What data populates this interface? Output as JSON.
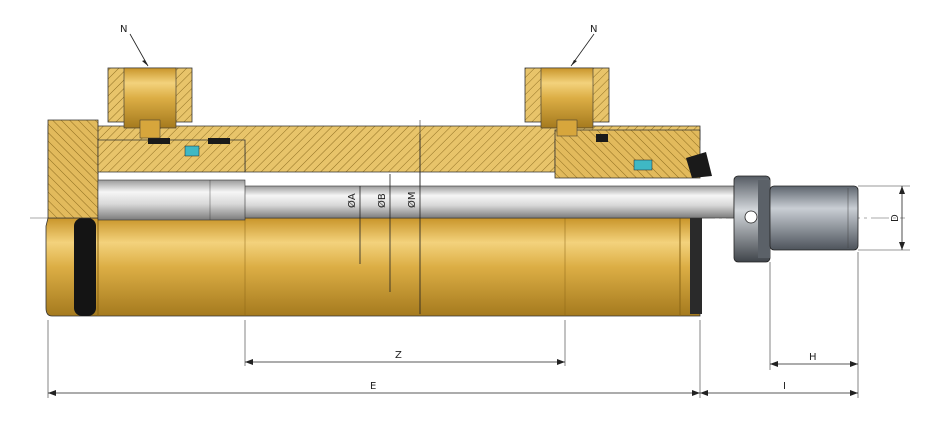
{
  "labels": {
    "port_left": "N",
    "port_right": "N",
    "dia_a": "ØA",
    "dia_b": "ØB",
    "dia_m": "ØM",
    "dim_z": "Z",
    "dim_e": "E",
    "dim_h": "H",
    "dim_i": "I",
    "dim_d": "D"
  },
  "colors": {
    "body_brass": "#d9a93a",
    "body_highlight": "#f3d27c",
    "body_shadow": "#a57a1e",
    "section_fill": "#e8c46a",
    "hatch": "#7a5a10",
    "rod_light": "#f4f4f4",
    "rod_dark": "#8c8c8c",
    "seal_black": "#1a1a1a",
    "seal_cyan": "#3fb8c4",
    "end_grey": "#7d8590",
    "line": "#222222"
  }
}
